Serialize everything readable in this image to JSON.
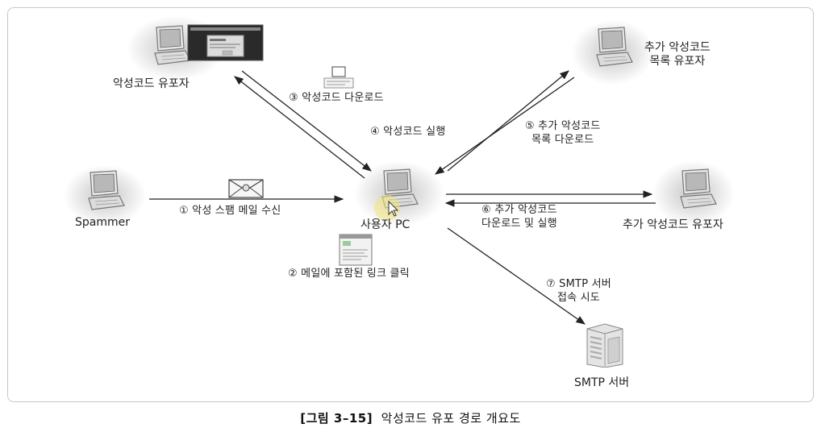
{
  "nodes": {
    "distributor": "악성코드 유포자",
    "extra_distributor_top_line1": "추가 악성코드",
    "extra_distributor_top_line2": "목록 유포자",
    "spammer": "Spammer",
    "user_pc": "사용자 PC",
    "extra_distributor_right": "추가 악성코드 유포자",
    "smtp_server": "SMTP 서버"
  },
  "steps": {
    "s1": "① 악성 스팸 메일 수신",
    "s2": "② 메일에 포함된 링크 클릭",
    "s3": "③ 악성코드 다운로드",
    "s4": "④ 악성코드 실행",
    "s5_line1": "⑤ 추가 악성코드",
    "s5_line2": "목록 다운로드",
    "s6_line1": "⑥ 추가 악성코드",
    "s6_line2": "다운로드 및 실행",
    "s7_line1": "⑦ SMTP 서버",
    "s7_line2": "접속 시도"
  },
  "caption": {
    "figure_no": "[그림 3–15]",
    "title": "악성코드 유포 경로 개요도"
  }
}
